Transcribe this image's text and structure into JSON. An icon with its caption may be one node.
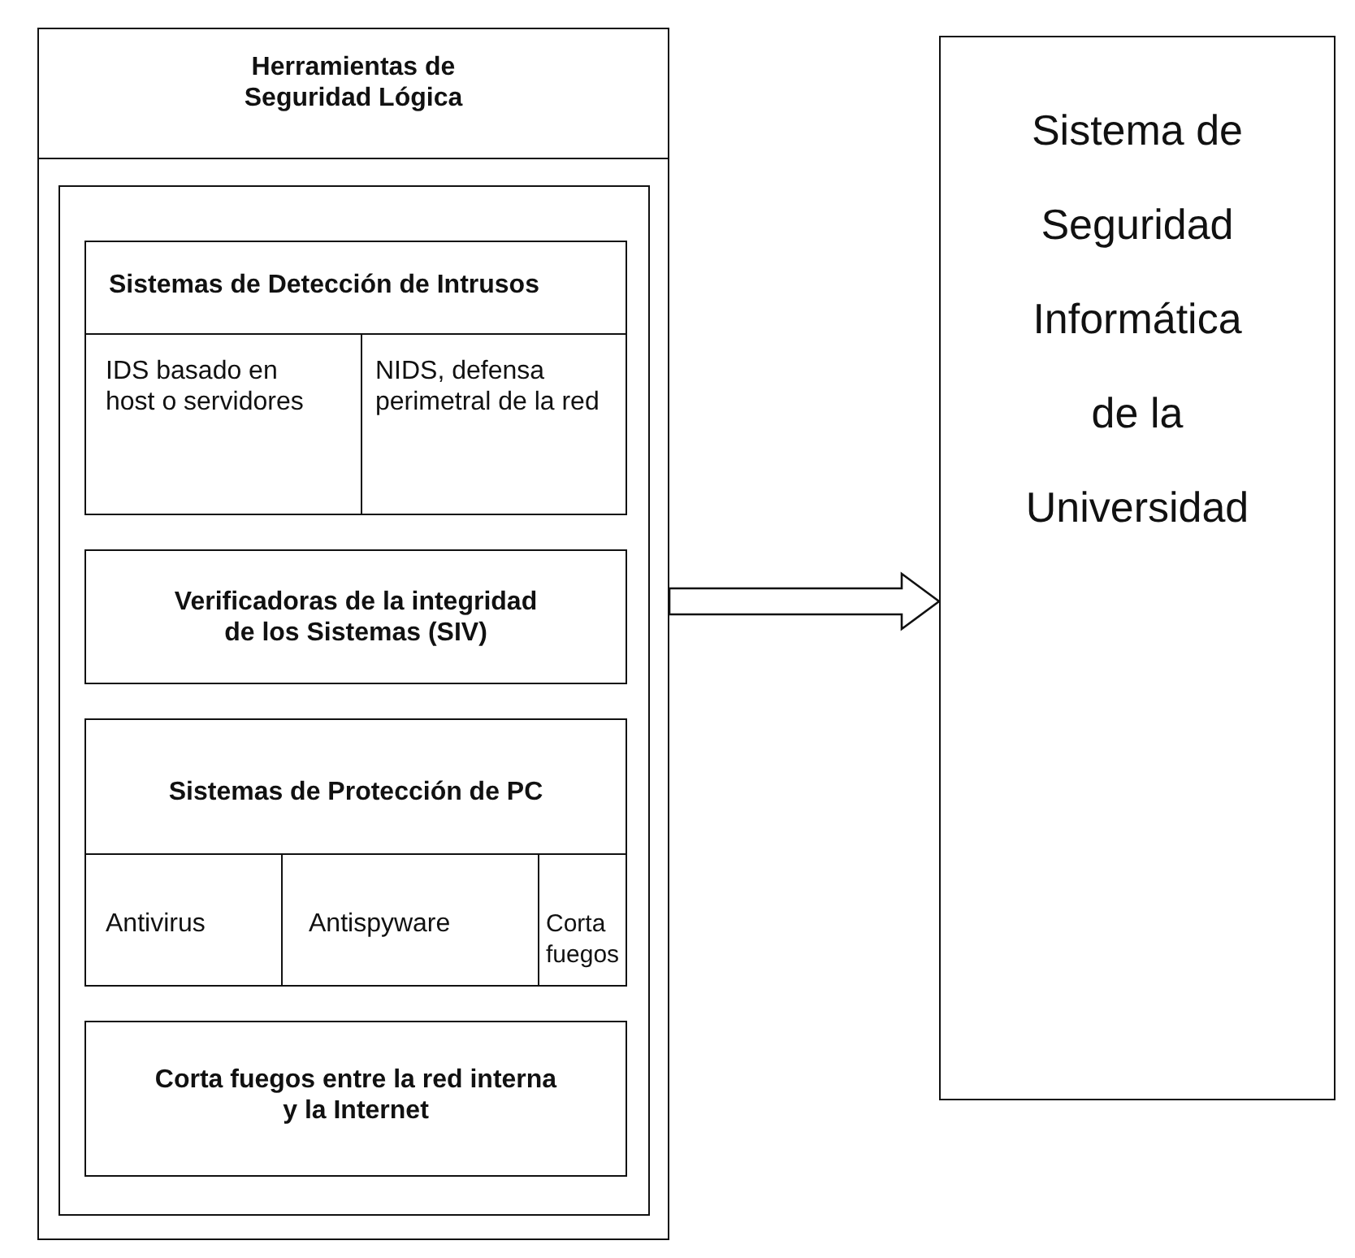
{
  "diagram": {
    "nodes": [
      {
        "text": [
          "Herramientas de Seguridad Lógica"
        ]
      },
      {
        "text": [],
        "shape": "box",
        "in": 0
      },
      {
        "text": [
          "Sistemas de Detección de Intrusos"
        ],
        "in": 1
      },
      {
        "text": [
          "IDS basado en host o servidores"
        ],
        "in": 2
      },
      {
        "text": [
          "NIDS, defensa perimetral de la red"
        ],
        "in": 2
      },
      {
        "text": [
          "Verificadoras de la integridad de los Sistemas (SIV)"
        ],
        "in": 1
      },
      {
        "text": [
          "Sistemas de Protección de PC"
        ],
        "in": 1
      },
      {
        "text": [
          "Antivirus"
        ],
        "in": 6
      },
      {
        "text": [
          "Antispyware"
        ],
        "in": 6
      },
      {
        "text": [
          "Corta fuegos"
        ],
        "in": 6
      },
      {
        "text": [
          "Corta fuegos entre la red interna y la Internet"
        ],
        "in": 1
      },
      {
        "text": [
          "Sistema de Seguridad Informática de la Universidad"
        ]
      }
    ],
    "edges": [
      {
        "from": 0,
        "to": 11,
        "arrow": "to"
      }
    ]
  }
}
